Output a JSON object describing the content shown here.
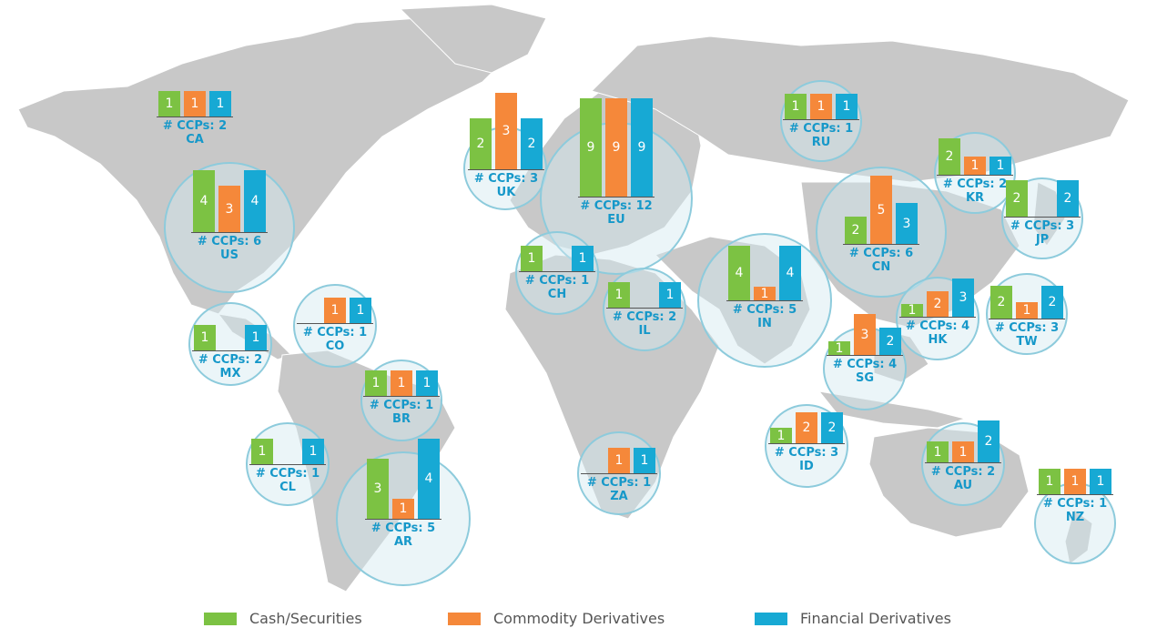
{
  "colors": {
    "cash": "#7cc243",
    "commodity": "#f5883a",
    "financial": "#17a9d4",
    "label": "#1698c9"
  },
  "legend": {
    "cash": "Cash/Securities",
    "commodity": "Commodity Derivatives",
    "financial": "Financial Derivatives"
  },
  "ccp_label": "# CCPs:",
  "regions": [
    {
      "code": "CA",
      "ccps": "2",
      "cash": 1,
      "commodity": 1,
      "financial": 1
    },
    {
      "code": "US",
      "ccps": "6",
      "cash": 4,
      "commodity": 3,
      "financial": 4
    },
    {
      "code": "MX",
      "ccps": "2",
      "cash": 1,
      "commodity": null,
      "financial": 1
    },
    {
      "code": "CO",
      "ccps": "1",
      "cash": null,
      "commodity": 1,
      "financial": 1
    },
    {
      "code": "BR",
      "ccps": "1",
      "cash": 1,
      "commodity": 1,
      "financial": 1
    },
    {
      "code": "CL",
      "ccps": "1",
      "cash": 1,
      "commodity": null,
      "financial": 1
    },
    {
      "code": "AR",
      "ccps": "5",
      "cash": 3,
      "commodity": 1,
      "financial": 4
    },
    {
      "code": "UK",
      "ccps": "3",
      "cash": 2,
      "commodity": 3,
      "financial": 2
    },
    {
      "code": "EU",
      "ccps": "12",
      "cash": 9,
      "commodity": 9,
      "financial": 9
    },
    {
      "code": "CH",
      "ccps": "1",
      "cash": 1,
      "commodity": null,
      "financial": 1
    },
    {
      "code": "IL",
      "ccps": "2",
      "cash": 1,
      "commodity": null,
      "financial": 1
    },
    {
      "code": "ZA",
      "ccps": "1",
      "cash": null,
      "commodity": 1,
      "financial": 1
    },
    {
      "code": "RU",
      "ccps": "1",
      "cash": 1,
      "commodity": 1,
      "financial": 1
    },
    {
      "code": "IN",
      "ccps": "5",
      "cash": 4,
      "commodity": 1,
      "financial": 4
    },
    {
      "code": "CN",
      "ccps": "6",
      "cash": 2,
      "commodity": 5,
      "financial": 3
    },
    {
      "code": "KR",
      "ccps": "2",
      "cash": 2,
      "commodity": 1,
      "financial": 1
    },
    {
      "code": "JP",
      "ccps": "3",
      "cash": 2,
      "commodity": null,
      "financial": 2
    },
    {
      "code": "HK",
      "ccps": "4",
      "cash": 1,
      "commodity": 2,
      "financial": 3
    },
    {
      "code": "TW",
      "ccps": "3",
      "cash": 2,
      "commodity": 1,
      "financial": 2
    },
    {
      "code": "SG",
      "ccps": "4",
      "cash": 1,
      "commodity": 3,
      "financial": 2
    },
    {
      "code": "ID",
      "ccps": "3",
      "cash": 1,
      "commodity": 2,
      "financial": 2
    },
    {
      "code": "AU",
      "ccps": "2",
      "cash": 1,
      "commodity": 1,
      "financial": 2
    },
    {
      "code": "NZ",
      "ccps": "1",
      "cash": 1,
      "commodity": 1,
      "financial": 1
    }
  ]
}
